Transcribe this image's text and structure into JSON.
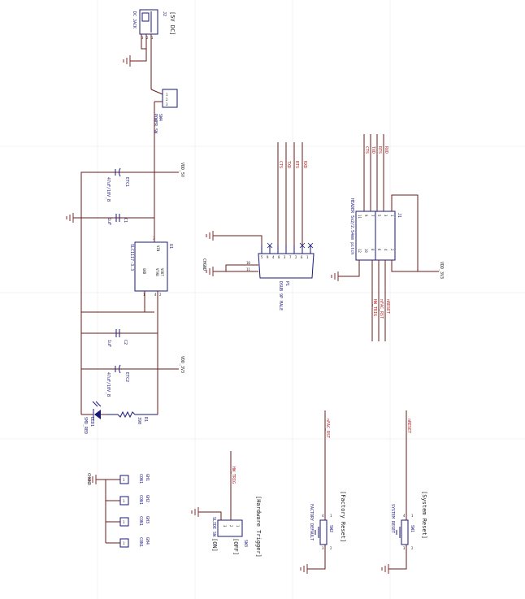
{
  "titles": {
    "dc5v": "[5V DC]",
    "hw_trigger": "[Hardware Trigger]",
    "factory_reset": "[Factory Reset]",
    "system_reset": "[System Reset]",
    "on": "[ON]",
    "off": "[OFF]"
  },
  "power": {
    "vdd5": "VDD_5V",
    "vdd33": "VDD_3V3",
    "vdd33_b": "VDD_3V3",
    "chgnd": "CHGND",
    "chgnd_b": "CHGND"
  },
  "j2": {
    "ref": "J2",
    "value": "DC JACK",
    "pins": [
      "1",
      "2",
      "3"
    ]
  },
  "sw4": {
    "ref": "SW4",
    "value": "POWER SW",
    "pins": [
      "1",
      "2",
      "3"
    ]
  },
  "etc1": {
    "ref": "ETC1",
    "value": "47uF/10V_B"
  },
  "c1": {
    "ref": "C1",
    "value": "1uF"
  },
  "u1": {
    "ref": "U1",
    "value": "SLC1117-3.3",
    "pin_vin": "VIN",
    "pin_vout": "VOUT",
    "pin_vtab": "VTAB",
    "pin_gnd": "GND",
    "pins": [
      "3",
      "2",
      "4",
      "1"
    ]
  },
  "c2": {
    "ref": "C2",
    "value": "1uF"
  },
  "etc2": {
    "ref": "ETC2",
    "value": "47uF/10V_B"
  },
  "r1": {
    "ref": "R1",
    "value": "390"
  },
  "led1": {
    "ref": "LED1",
    "value": "SMD_RED"
  },
  "holes": [
    {
      "ref": "GH1",
      "value": "CON1",
      "pin": "1"
    },
    {
      "ref": "GH2",
      "value": "CON1",
      "pin": "1"
    },
    {
      "ref": "GH3",
      "value": "CON1",
      "pin": "1"
    },
    {
      "ref": "GH4",
      "value": "CON1",
      "pin": "1"
    }
  ],
  "p1": {
    "ref": "P1",
    "value": "DSUB 9P MALE",
    "pins_top": [
      "5",
      "9",
      "4",
      "8",
      "3",
      "7",
      "2",
      "6",
      "1"
    ],
    "pins_shield": [
      "10",
      "11"
    ]
  },
  "rs232_nets": [
    "RXD",
    "RTS",
    "TXD",
    "CTS"
  ],
  "header": {
    "ref": "J1",
    "value": "HEADER 5x2/2.54mm pitch",
    "pins_left": [
      "11",
      "9",
      "7",
      "5",
      "3",
      "1"
    ],
    "pins_right": [
      "12",
      "10",
      "8",
      "6",
      "4",
      "2"
    ]
  },
  "header_nets_top": [
    "RXD",
    "RTS",
    "TXD",
    "CTS"
  ],
  "header_nets_bottom": [
    "nRESET",
    "nFAC_RST",
    "HW_TRIG"
  ],
  "slide": {
    "ref": "SW3",
    "value": "SLIDE SW",
    "pins": [
      "1",
      "2",
      "3"
    ],
    "net": "HW_TRIG"
  },
  "fac": {
    "ref": "SW2",
    "value": "FACTORY DEFAULT",
    "pins": [
      "1",
      "2",
      "3",
      "4"
    ],
    "net": "nFAC_RST"
  },
  "sys": {
    "ref": "SW1",
    "value": "SYSTEM RESET",
    "pins": [
      "1",
      "2",
      "3",
      "4"
    ],
    "net": "nRESET"
  }
}
